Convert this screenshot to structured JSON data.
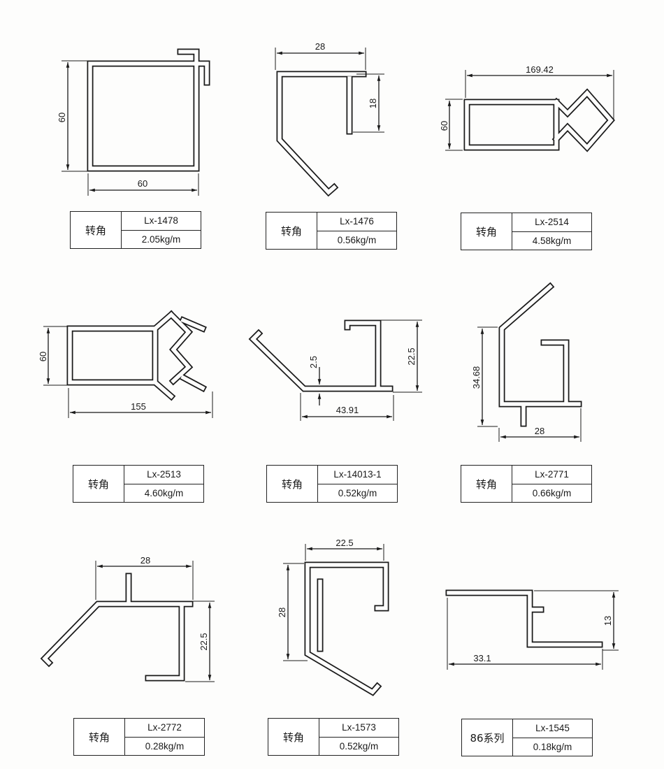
{
  "items": [
    {
      "type": "转角",
      "code": "Lx-1478",
      "weight": "2.05kg/m",
      "dims": [
        "60",
        "60"
      ]
    },
    {
      "type": "转角",
      "code": "Lx-1476",
      "weight": "0.56kg/m",
      "dims": [
        "28",
        "18"
      ]
    },
    {
      "type": "转角",
      "code": "Lx-2514",
      "weight": "4.58kg/m",
      "dims": [
        "169.42",
        "60"
      ]
    },
    {
      "type": "转角",
      "code": "Lx-2513",
      "weight": "4.60kg/m",
      "dims": [
        "60",
        "155"
      ]
    },
    {
      "type": "转角",
      "code": "Lx-14013-1",
      "weight": "0.52kg/m",
      "dims": [
        "22.5",
        "2.5",
        "43.91"
      ]
    },
    {
      "type": "转角",
      "code": "Lx-2771",
      "weight": "0.66kg/m",
      "dims": [
        "34.68",
        "28"
      ]
    },
    {
      "type": "转角",
      "code": "Lx-2772",
      "weight": "0.28kg/m",
      "dims": [
        "28",
        "22.5"
      ]
    },
    {
      "type": "转角",
      "code": "Lx-1573",
      "weight": "0.52kg/m",
      "dims": [
        "22.5",
        "28"
      ]
    },
    {
      "type": "86系列",
      "code": "Lx-1545",
      "weight": "0.18kg/m",
      "dims": [
        "13",
        "33.1"
      ]
    }
  ]
}
